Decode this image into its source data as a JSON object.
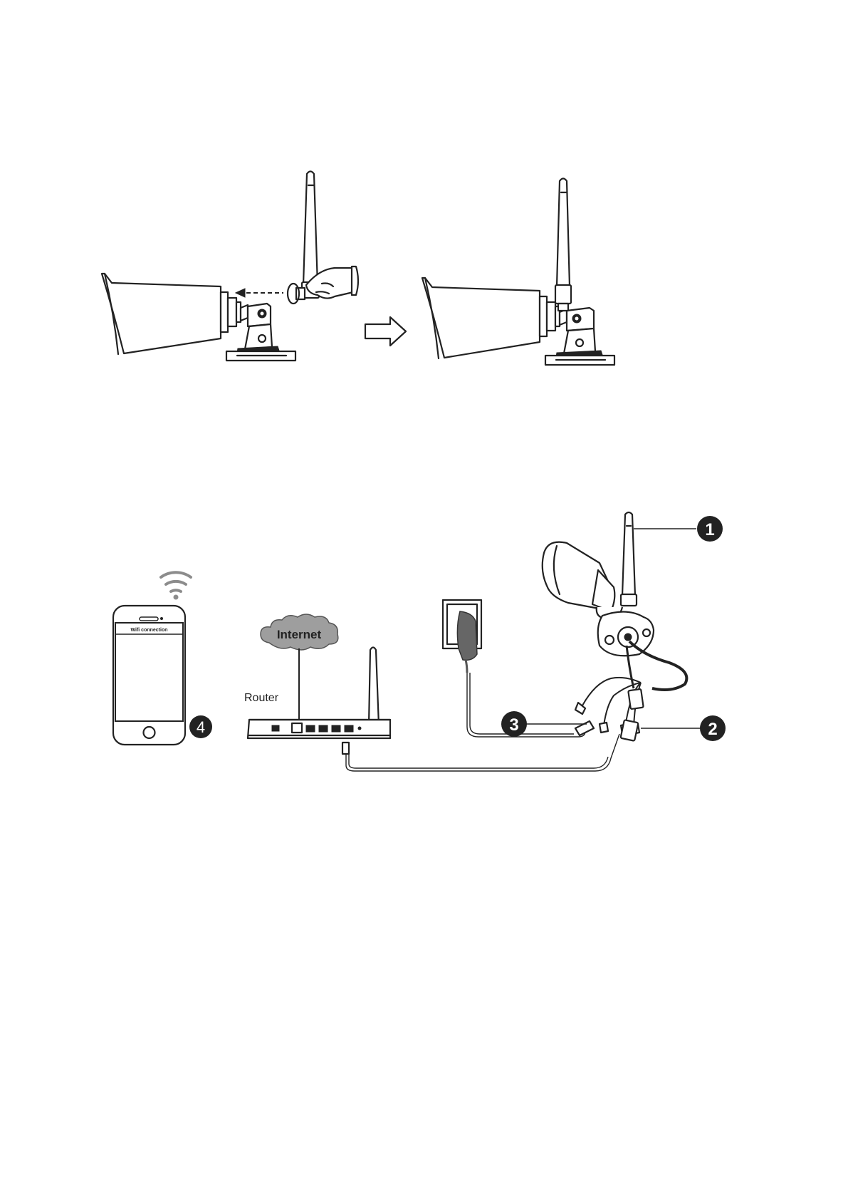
{
  "figure_1": {
    "panel_before": {
      "name": "antenna-attach-step"
    },
    "panel_after": {
      "name": "antenna-attached-result"
    }
  },
  "figure_2": {
    "phone_screen_title": "Wifi connection",
    "cloud_label": "Internet",
    "router_label": "Router",
    "callouts": {
      "antenna": "1",
      "network_cable": "2",
      "power": "3",
      "phone": "4"
    }
  },
  "colors": {
    "ink": "#222222",
    "cloud_fill": "#9e9e9e",
    "wifi_signal": "#8c8c8c",
    "callout_badge": "#222222",
    "callout_text": "#ffffff"
  },
  "icons": [
    "wifi-signal-icon",
    "right-arrow-icon",
    "hand-icon"
  ]
}
